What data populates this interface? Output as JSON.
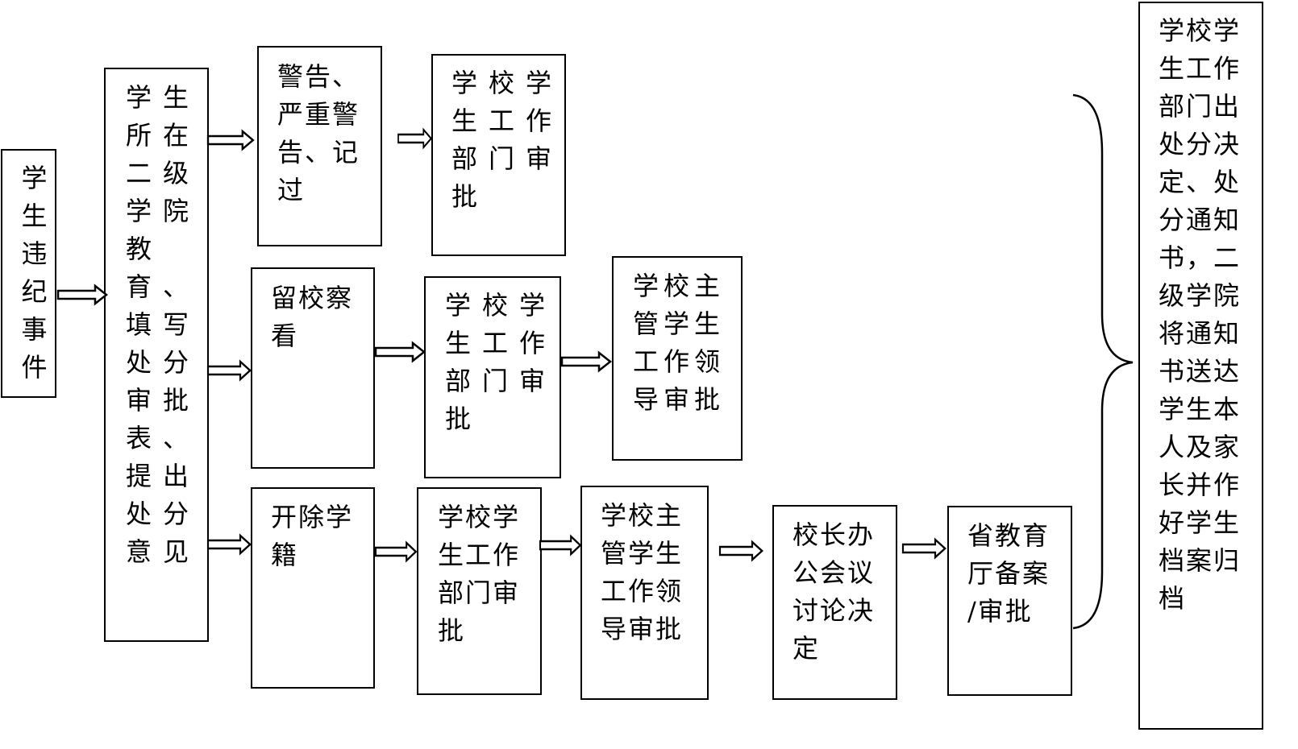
{
  "nodes": {
    "event": "学\n生\n违\n纪\n事\n件",
    "opinion": "学生\n所在\n二级\n学院\n教\n育、\n填写\n处分\n审批\n表、\n提出\n处分\n意见",
    "warning": "警告、\n严重警\n告、记\n过",
    "warning_approval": "学校学\n生工作\n部门审\n批",
    "probation": "留校察\n看",
    "probation_approval": "学校学\n生工作\n部门审\n批",
    "probation_leader": "学校主\n管学生\n工作领\n导审批",
    "expulsion": "开除学\n籍",
    "expulsion_approval": "学校学\n生工作\n部门审\n批",
    "expulsion_leader": "学校主\n管学生\n工作领\n导审批",
    "president_meeting": "校长办\n公会议\n讨论决\n定",
    "province_filing": "省教育\n厅备案\n/审批",
    "final": "学校学\n生工作\n部门出\n处分决\n定、处\n分通知\n书，二\n级学院\n将通知\n书送达\n学生本\n人及家\n长并作\n好学生\n档案归\n档"
  }
}
